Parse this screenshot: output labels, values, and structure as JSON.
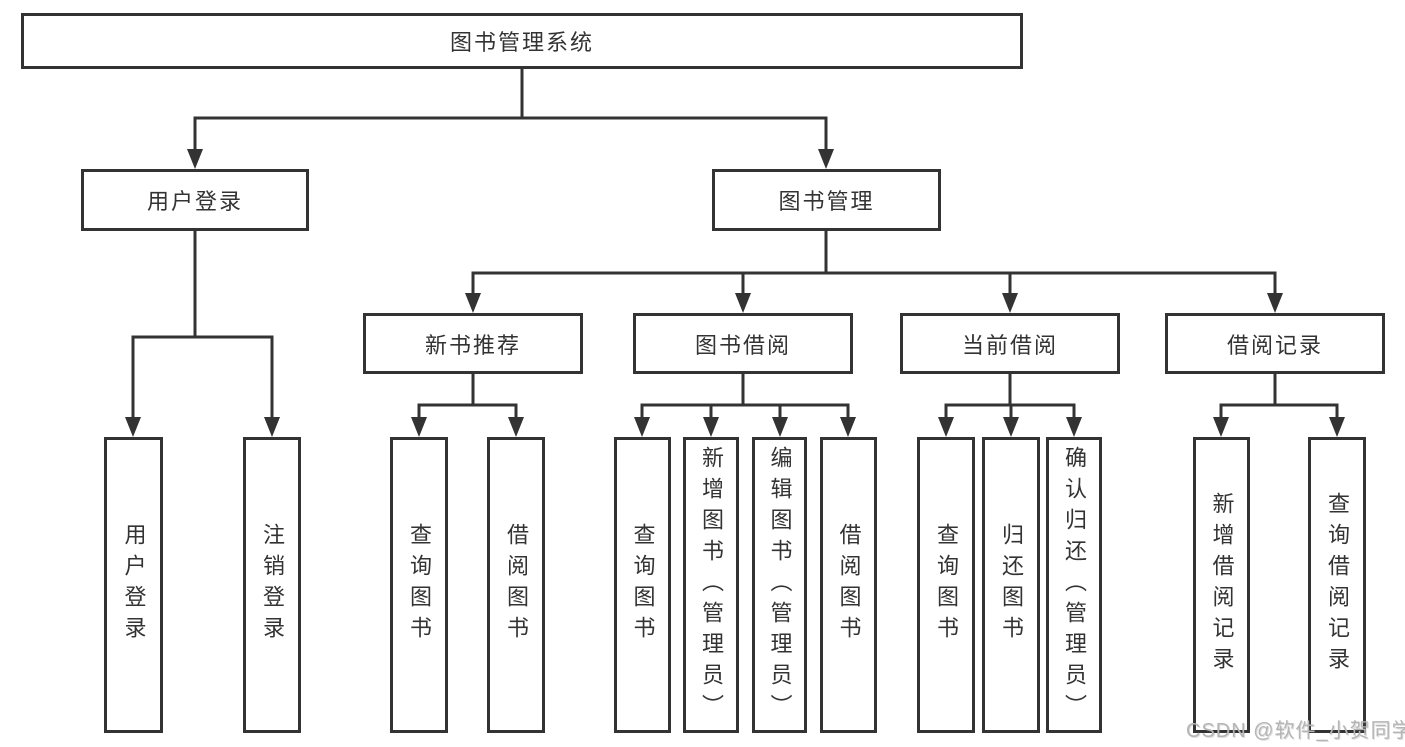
{
  "tree": {
    "root": "图书管理系统",
    "branches": [
      {
        "label": "用户登录",
        "children": [
          "用户登录",
          "注销登录"
        ]
      },
      {
        "label": "图书管理",
        "groups": [
          {
            "label": "新书推荐",
            "children": [
              "查询图书",
              "借阅图书"
            ]
          },
          {
            "label": "图书借阅",
            "children": [
              "查询图书",
              "新增图书（管理员）",
              "编辑图书（管理员）",
              "借阅图书"
            ]
          },
          {
            "label": "当前借阅",
            "children": [
              "查询图书",
              "归还图书",
              "确认归还（管理员）"
            ]
          },
          {
            "label": "借阅记录",
            "children": [
              "新增借阅记录",
              "查询借阅记录"
            ]
          }
        ]
      }
    ]
  },
  "watermark": "CSDN @软件_小贺同学",
  "colors": {
    "line": "#333333",
    "text": "#333333",
    "watermark": "#b5b5b5",
    "background": "#ffffff"
  }
}
